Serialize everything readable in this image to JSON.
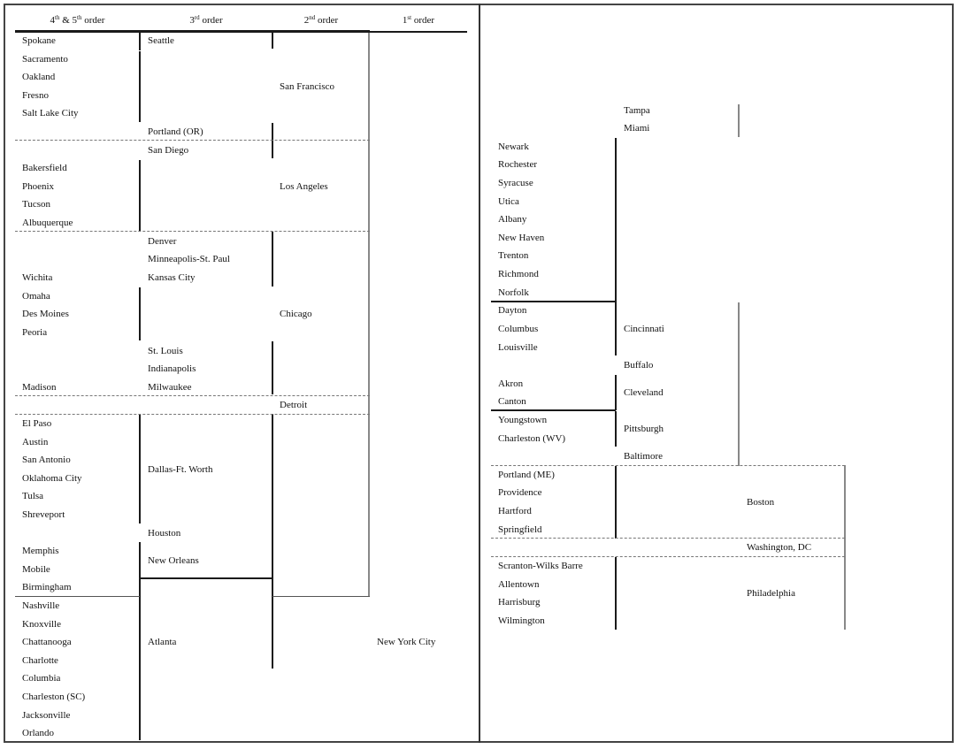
{
  "headers": {
    "c1_pre": "4",
    "c1_sup1": "th",
    "c1_mid": " & 5",
    "c1_sup2": "th",
    "c1_post": " order",
    "c2_pre": "3",
    "c2_sup": "rd",
    "c2_post": " order",
    "c3_pre": "2",
    "c3_sup": "nd",
    "c3_post": " order",
    "c4_pre": "1",
    "c4_sup": "st",
    "c4_post": " order"
  },
  "left": {
    "order45": [
      "Spokane",
      "Sacramento",
      "Oakland",
      "Fresno",
      "Salt Lake City",
      "Bakersfield",
      "Phoenix",
      "Tucson",
      "Albuquerque",
      "Wichita",
      "Omaha",
      "Des Moines",
      "Peoria",
      "Madison",
      "El Paso",
      "Austin",
      "San Antonio",
      "Oklahoma City",
      "Tulsa",
      "Shreveport",
      "Memphis",
      "Mobile",
      "Birmingham",
      "Nashville",
      "Knoxville",
      "Chattanooga",
      "Charlotte",
      "Columbia",
      "Charleston (SC)",
      "Jacksonville",
      "Orlando"
    ],
    "order3": [
      "Seattle",
      "Portland (OR)",
      "San Diego",
      "Denver",
      "Minneapolis-St. Paul",
      "Kansas City",
      "St. Louis",
      "Indianapolis",
      "Milwaukee",
      "Dallas-Ft. Worth",
      "Houston",
      "New Orleans",
      "Atlanta"
    ],
    "order2": [
      "San Francisco",
      "Los Angeles",
      "Chicago",
      "Detroit"
    ],
    "order1": [
      "New York City"
    ]
  },
  "right": {
    "order45": [
      "Newark",
      "Rochester",
      "Syracuse",
      "Utica",
      "Albany",
      "New Haven",
      "Trenton",
      "Richmond",
      "Norfolk",
      "Dayton",
      "Columbus",
      "Louisville",
      "Akron",
      "Canton",
      "Youngstown",
      "Charleston (WV)",
      "Portland (ME)",
      "Providence",
      "Hartford",
      "Springfield",
      "Scranton-Wilks Barre",
      "Allentown",
      "Harrisburg",
      "Wilmington"
    ],
    "order3": [
      "Tampa",
      "Miami",
      "Cincinnati",
      "Buffalo",
      "Cleveland",
      "Pittsburgh",
      "Baltimore"
    ],
    "order2": [
      "Boston",
      "Washington, DC",
      "Philadelphia"
    ]
  }
}
